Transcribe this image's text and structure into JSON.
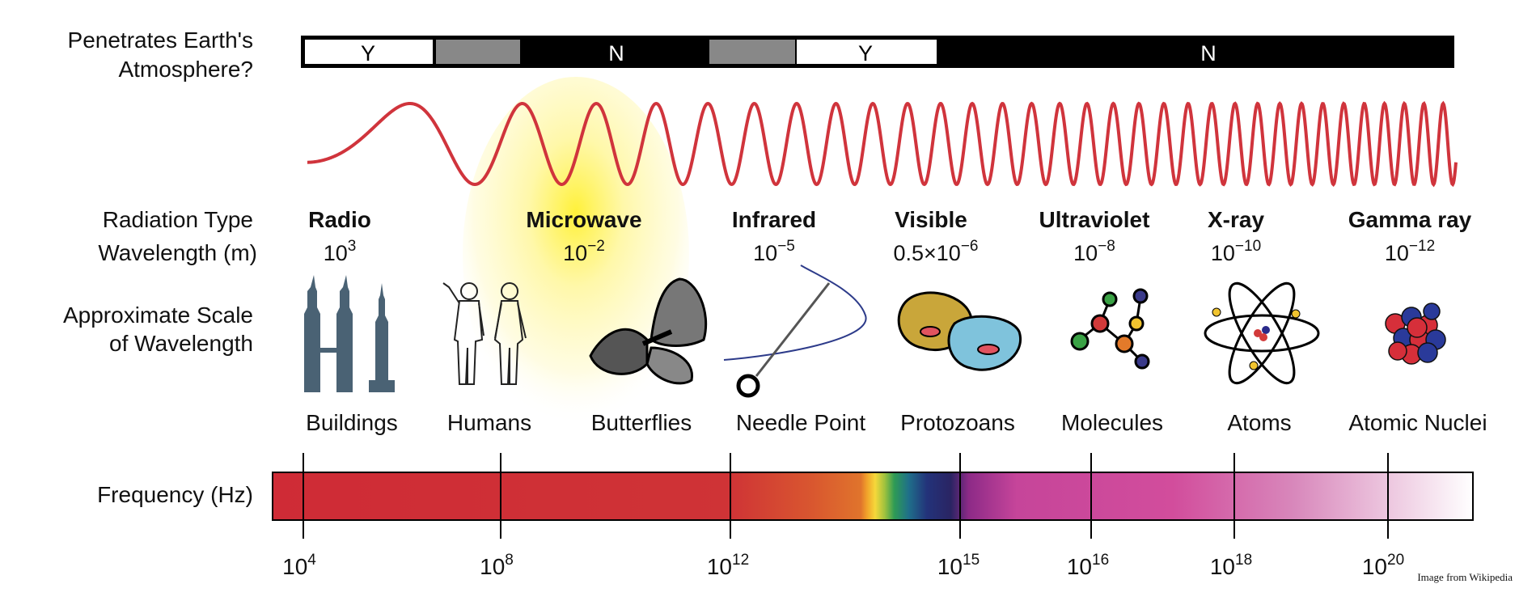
{
  "atmosphere": {
    "label_line1": "Penetrates Earth's",
    "label_line2": "Atmosphere?",
    "segments": [
      {
        "state": "Y",
        "label": "Y"
      },
      {
        "state": "partial",
        "label": ""
      },
      {
        "state": "N",
        "label": "N"
      },
      {
        "state": "partial",
        "label": ""
      },
      {
        "state": "Y",
        "label": "Y"
      },
      {
        "state": "N",
        "label": "N"
      }
    ]
  },
  "row_labels": {
    "radiation_type": "Radiation Type",
    "wavelength": "Wavelength (m)",
    "scale_line1": "Approximate Scale",
    "scale_line2": "of Wavelength",
    "frequency": "Frequency (Hz)"
  },
  "radiation_types": [
    {
      "name": "Radio",
      "wl_base": "10",
      "wl_exp": "3"
    },
    {
      "name": "Microwave",
      "wl_base": "10",
      "wl_exp": "−2"
    },
    {
      "name": "Infrared",
      "wl_base": "10",
      "wl_exp": "−5"
    },
    {
      "name": "Visible",
      "wl_base": "0.5×10",
      "wl_exp": "−6"
    },
    {
      "name": "Ultraviolet",
      "wl_base": "10",
      "wl_exp": "−8"
    },
    {
      "name": "X-ray",
      "wl_base": "10",
      "wl_exp": "−10"
    },
    {
      "name": "Gamma ray",
      "wl_base": "10",
      "wl_exp": "−12"
    }
  ],
  "scale_objects": [
    {
      "label": "Buildings",
      "icon": "buildings-icon"
    },
    {
      "label": "Humans",
      "icon": "humans-icon"
    },
    {
      "label": "Butterflies",
      "icon": "butterfly-icon"
    },
    {
      "label": "Needle Point",
      "icon": "needle-icon"
    },
    {
      "label": "Protozoans",
      "icon": "protozoan-icon"
    },
    {
      "label": "Molecules",
      "icon": "molecule-icon"
    },
    {
      "label": "Atoms",
      "icon": "atom-icon"
    },
    {
      "label": "Atomic Nuclei",
      "icon": "nucleus-icon"
    }
  ],
  "frequency_ticks": [
    {
      "base": "10",
      "exp": "4"
    },
    {
      "base": "10",
      "exp": "8"
    },
    {
      "base": "10",
      "exp": "12"
    },
    {
      "base": "10",
      "exp": "15"
    },
    {
      "base": "10",
      "exp": "16"
    },
    {
      "base": "10",
      "exp": "18"
    },
    {
      "base": "10",
      "exp": "20"
    }
  ],
  "colors": {
    "wave": "#d0343c",
    "radio": "#cf2b36",
    "infrared": "#d9572f",
    "violet": "#2a2463",
    "uv": "#d24d9c",
    "gamma_end": "#ffffff",
    "building": "#4a6274",
    "highlight": "#fff13a"
  },
  "credit": "Image from Wikipedia"
}
